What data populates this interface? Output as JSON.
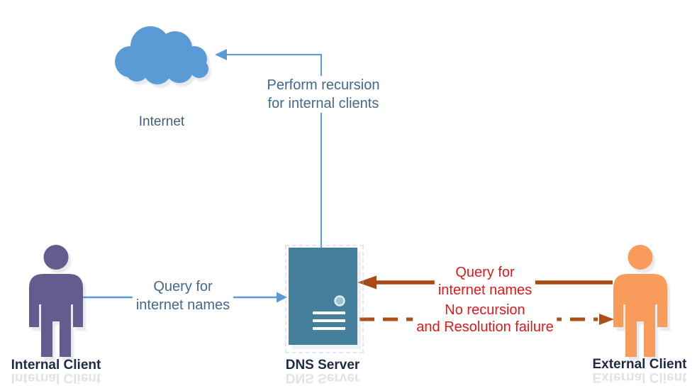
{
  "nodes": {
    "internet": {
      "label": "Internet",
      "icon": "cloud-icon",
      "color": "#5B9BD5"
    },
    "dns_server": {
      "label": "DNS Server",
      "icon": "server-icon",
      "color": "#44809C"
    },
    "internal_client": {
      "label": "Internal Client",
      "icon": "person-icon",
      "color": "#635C8E"
    },
    "external_client": {
      "label": "External Client",
      "icon": "person-icon",
      "color": "#F99C5B"
    }
  },
  "edges": {
    "perform_recursion": {
      "from": "DNS Server",
      "to": "Internet",
      "line1": "Perform recursion",
      "line2": "for internal clients",
      "style": "solid elbow arrow",
      "color": "#5B9BD5",
      "label_color": "#44688F"
    },
    "internal_query": {
      "from": "Internal Client",
      "to": "DNS Server",
      "line1": "Query for",
      "line2": "internet names",
      "style": "solid arrow",
      "color": "#5B9BD5",
      "label_color": "#44688F"
    },
    "external_query": {
      "from": "External Client",
      "to": "DNS Server",
      "line1": "Query for",
      "line2": "internet names",
      "style": "thick solid arrow",
      "color": "#A94A15",
      "label_color": "#E01A1A"
    },
    "no_recursion": {
      "from": "DNS Server",
      "to": "External Client",
      "line1": "No recursion",
      "line2": "and Resolution failure",
      "style": "thick dashed arrow",
      "color": "#AD4F16",
      "label_color": "#E01A1A"
    }
  },
  "colors": {
    "background": "#FFFFFF",
    "cloud_blue": "#5B9BD5",
    "connector_blue": "#5B9BD5",
    "label_blue": "#44688F",
    "server_teal": "#44809C",
    "client_purple": "#635C8E",
    "client_orange": "#F99C5B",
    "arrow_brown": "#A94A15",
    "label_red": "#E01A1A",
    "node_label_navy": "#1F2A44"
  }
}
